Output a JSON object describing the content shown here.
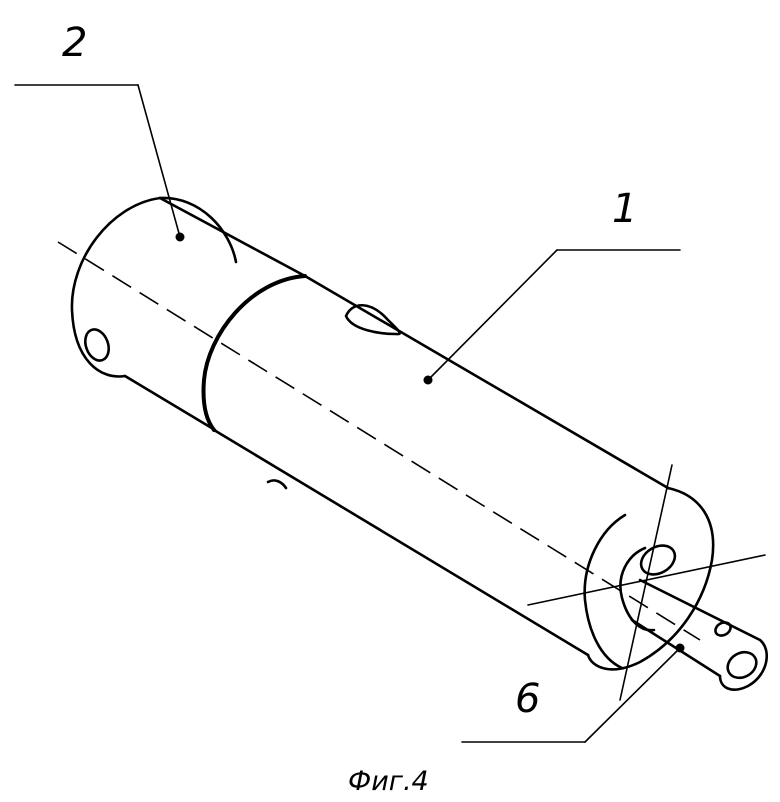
{
  "figure": {
    "caption": "Фиг.4",
    "labels": [
      {
        "id": "part-2",
        "text": "2"
      },
      {
        "id": "part-1",
        "text": "1"
      },
      {
        "id": "part-6",
        "text": "6"
      }
    ]
  },
  "style": {
    "ink": "#000000",
    "paper": "#ffffff"
  }
}
